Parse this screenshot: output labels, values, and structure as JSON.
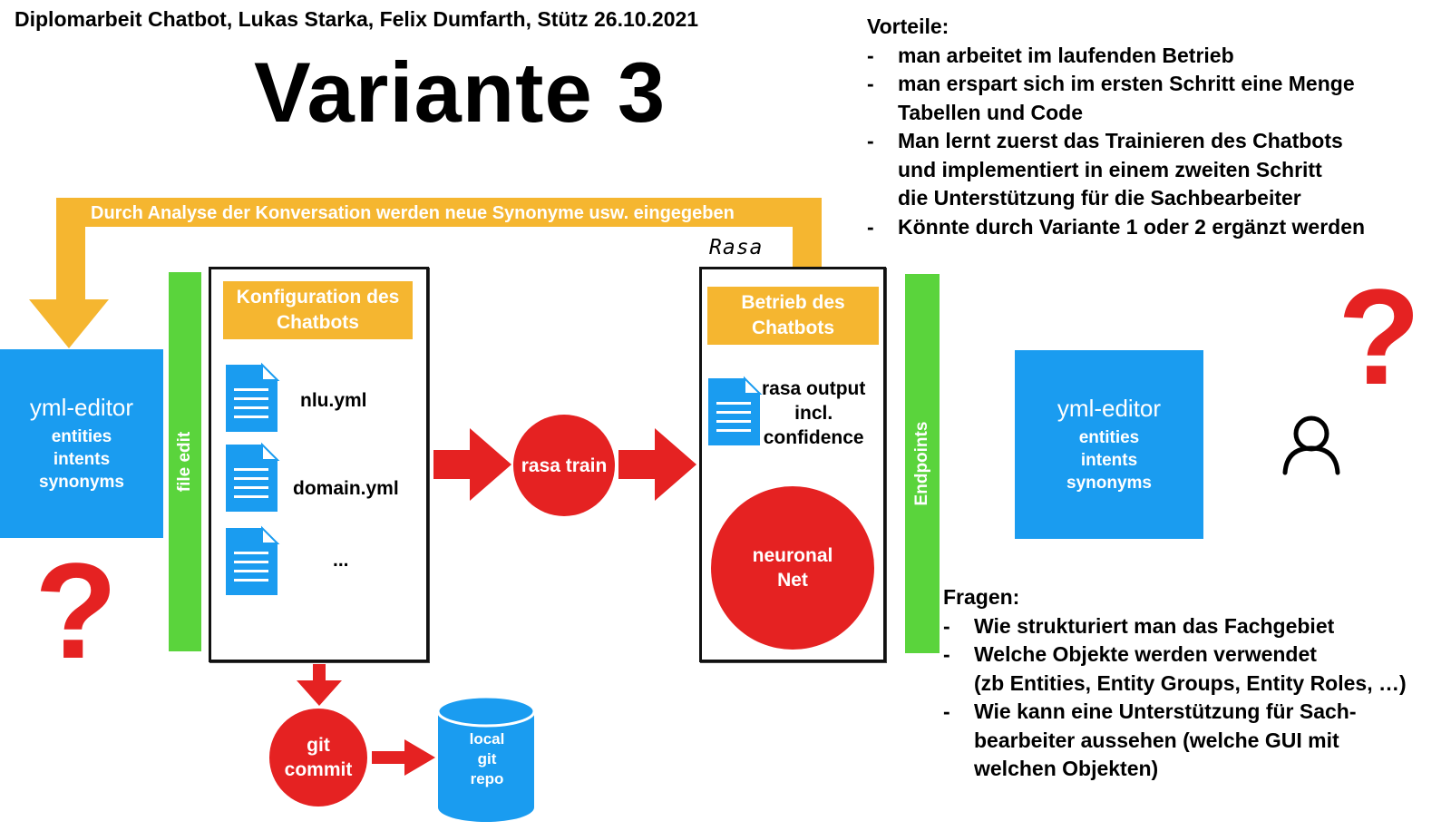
{
  "header": {
    "heading": "Diplomarbeit Chatbot, Lukas Starka, Felix Dumfarth, Stütz 26.10.2021",
    "title": "Variante 3"
  },
  "advantages": {
    "title": "Vorteile:",
    "items": [
      "man arbeitet im laufenden Betrieb",
      "man erspart sich im ersten Schritt eine Menge\nTabellen und Code",
      "Man lernt zuerst das Trainieren des Chatbots\nund implementiert in einem zweiten Schritt\ndie Unterstützung für die Sachbearbeiter",
      "Könnte durch Variante 1 oder 2 ergänzt werden"
    ]
  },
  "questions": {
    "title": "Fragen:",
    "items": [
      "Wie strukturiert man das Fachgebiet",
      "Welche Objekte werden verwendet\n(zb Entities, Entity Groups, Entity Roles, …)",
      "Wie kann eine Unterstützung für Sach-\nbearbeiter aussehen (welche GUI mit\nwelchen Objekten)"
    ]
  },
  "diagram": {
    "feedback_label": "Durch Analyse der Konversation werden neue Synonyme usw. eingegeben",
    "editor_left": {
      "title": "yml-editor",
      "lines": [
        "entities",
        "intents",
        "synonyms"
      ]
    },
    "editor_right": {
      "title": "yml-editor",
      "lines": [
        "entities",
        "intents",
        "synonyms"
      ]
    },
    "file_edit_label": "file edit",
    "endpoints_label": "Endpoints",
    "config_header": "Konfiguration des\nChatbots",
    "files": [
      "nlu.yml",
      "domain.yml",
      "..."
    ],
    "rasa_train": "rasa train",
    "rasa_label": "Rasa",
    "rasa_header": "Betrieb des\nChatbots",
    "rasa_output": "rasa output\nincl.\nconfidence",
    "neural_net": "neuronal\nNet",
    "git_commit": "git\ncommit",
    "local_repo": "local\ngit\nrepo",
    "question_mark": "?",
    "user_icon": "user-icon",
    "document_icon": "document-icon",
    "colors": {
      "blue": "#1a9cf0",
      "green": "#5ad43c",
      "orange": "#f5b630",
      "red": "#e52222"
    }
  }
}
